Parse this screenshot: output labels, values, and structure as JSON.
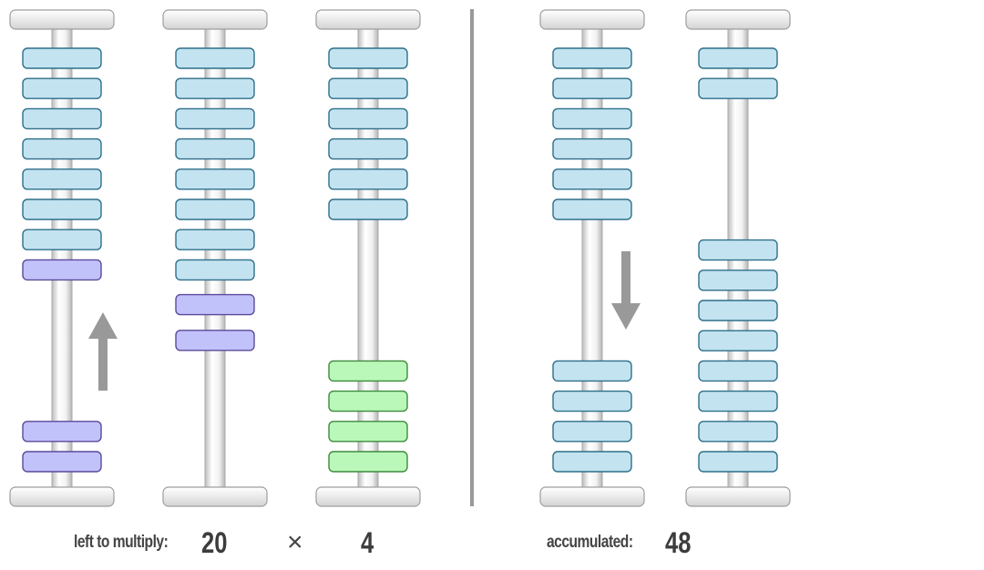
{
  "colors": {
    "bead_blue": "#c3e3f0",
    "bead_blue_edge": "#2e6f8a",
    "bead_purple": "#c2c2fb",
    "bead_purple_edge": "#5a4a9a",
    "bead_green": "#baf8ba",
    "bead_green_edge": "#3e8a3e",
    "divider": "#999999",
    "arrow": "#999999"
  },
  "rods": [
    {
      "id": "rod-1",
      "upper": [
        "blue",
        "blue",
        "blue",
        "blue",
        "blue",
        "blue",
        "blue",
        "purple"
      ],
      "lower": [
        "purple",
        "purple"
      ]
    },
    {
      "id": "rod-2",
      "upper": [
        "blue",
        "blue",
        "blue",
        "blue",
        "blue",
        "blue",
        "blue",
        "blue",
        "purple",
        "purple"
      ],
      "lower": []
    },
    {
      "id": "rod-3",
      "upper": [
        "blue",
        "blue",
        "blue",
        "blue",
        "blue",
        "blue"
      ],
      "lower": [
        "green",
        "green",
        "green",
        "green"
      ]
    },
    {
      "id": "rod-4",
      "upper": [
        "blue",
        "blue",
        "blue",
        "blue",
        "blue",
        "blue"
      ],
      "lower": [
        "blue",
        "blue",
        "blue",
        "blue"
      ]
    },
    {
      "id": "rod-5",
      "upper": [
        "blue",
        "blue"
      ],
      "lower": [
        "blue",
        "blue",
        "blue",
        "blue",
        "blue",
        "blue",
        "blue",
        "blue"
      ]
    }
  ],
  "arrows": [
    {
      "id": "up-arrow",
      "direction": "up",
      "rod": 1
    },
    {
      "id": "down-arrow",
      "direction": "down",
      "rod": 4
    }
  ],
  "labels": {
    "left_label": "left to multiply:",
    "left_value": "20",
    "times_sign": "×",
    "multiplier": "4",
    "acc_label": "accumulated:",
    "acc_value": "48"
  }
}
